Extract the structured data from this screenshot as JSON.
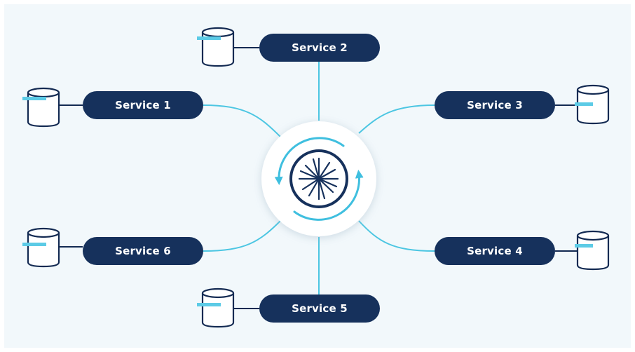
{
  "diagram": {
    "hub": {
      "name": "central-hub"
    },
    "services": [
      {
        "id": "service-1",
        "label": "Service 1"
      },
      {
        "id": "service-2",
        "label": "Service 2"
      },
      {
        "id": "service-3",
        "label": "Service 3"
      },
      {
        "id": "service-4",
        "label": "Service 4"
      },
      {
        "id": "service-5",
        "label": "Service 5"
      },
      {
        "id": "service-6",
        "label": "Service 6"
      }
    ],
    "colors": {
      "background": "#f2f8fb",
      "pill": "#16315c",
      "pill_text": "#ffffff",
      "connector": "#4cc6e2",
      "database_stroke": "#132a52",
      "database_accent": "#5ccbe6",
      "hub_fill": "#ffffff",
      "hub_ring": "#16315c",
      "hub_arrows": "#3fbfdf"
    },
    "icons": {
      "database": "database-icon",
      "hub": "burst-icon",
      "cycle": "refresh-arrows-icon"
    }
  }
}
